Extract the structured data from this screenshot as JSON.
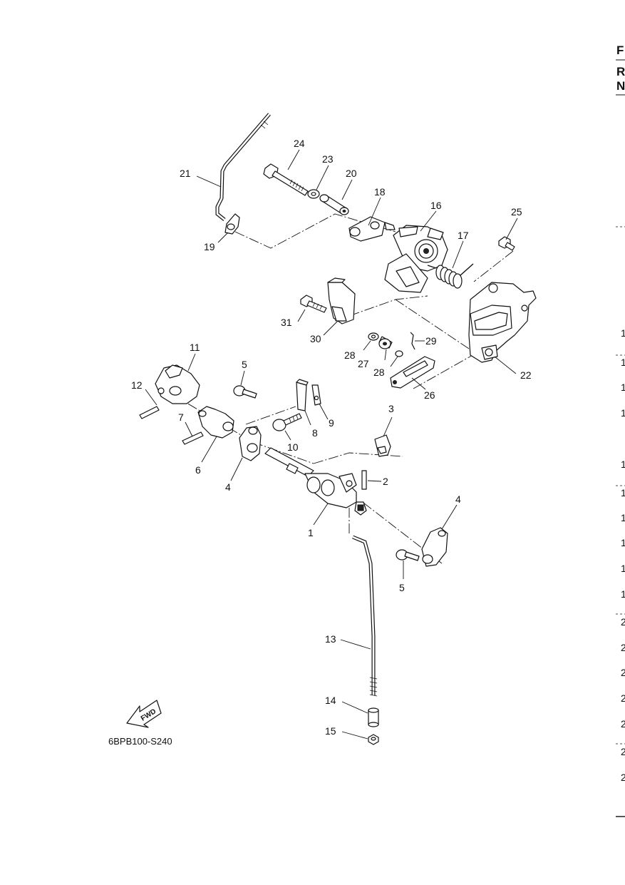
{
  "figure_code": "6BPB100-S240",
  "fwd_label": "FWD",
  "edge_letters": {
    "top": [
      "F",
      "R",
      "N"
    ],
    "right_column": [
      "1",
      "1",
      "1",
      "1",
      "1",
      "1",
      "1",
      "1",
      "1",
      "1",
      "2",
      "2",
      "2",
      "2",
      "2",
      "2",
      "2"
    ]
  },
  "callouts": [
    "1",
    "2",
    "3",
    "4",
    "4",
    "5",
    "5",
    "6",
    "7",
    "8",
    "9",
    "10",
    "11",
    "12",
    "13",
    "14",
    "15",
    "16",
    "17",
    "18",
    "19",
    "20",
    "21",
    "22",
    "23",
    "24",
    "25",
    "26",
    "27",
    "28",
    "28",
    "29",
    "30",
    "31"
  ]
}
